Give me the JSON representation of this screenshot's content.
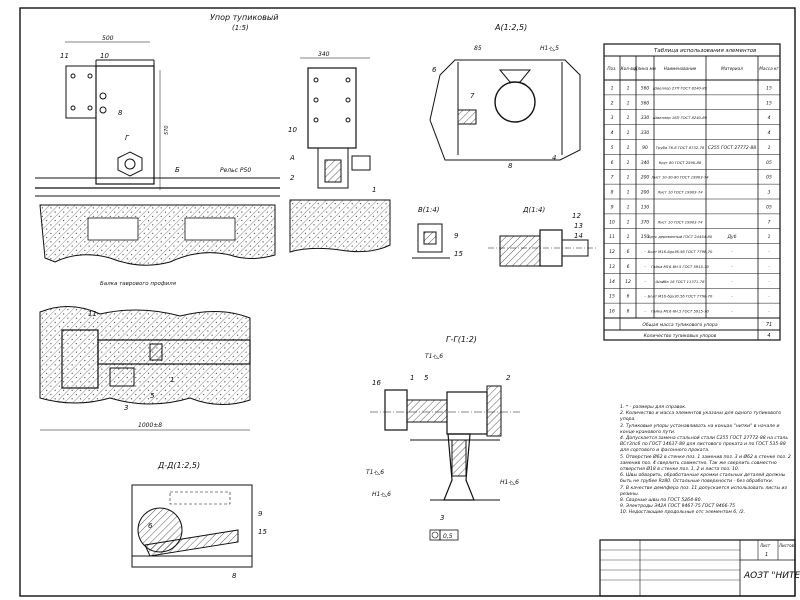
{
  "drawing": {
    "main_view_title": "Упор тупиковый",
    "main_view_scale": "(1:5)",
    "view_a_title": "А(1:2,5)",
    "view_v_title": "В(1:4)",
    "view_d_title": "Д(1:4)",
    "view_g_title": "Г-Г(1:2)",
    "view_d2_title": "Д-Д(1:2,5)",
    "dim_500": "500",
    "dim_340": "340",
    "dim_85": "85",
    "dim_1000": "1000±8",
    "rail_label": "Рельс Р50",
    "beam_label": "Балка таврового профиля",
    "weld_1": "Н1-◺5",
    "weld_2": "Т1-◺6",
    "weld_3": "Т1-◺6",
    "weld_4": "Н1-◺6",
    "weld_5": "Н1-◺6",
    "weld_6": "Т1-◺6",
    "tolerance_label": "0,5"
  },
  "callouts": [
    "1",
    "2",
    "3",
    "4",
    "5",
    "6",
    "7",
    "8",
    "9",
    "10",
    "11",
    "12",
    "15",
    "16",
    "А",
    "Б",
    "Г",
    "Г"
  ],
  "table": {
    "title": "Таблица использования элементов",
    "headers": [
      "Поз.",
      "Кол-во",
      "Длина мм",
      "Наименование",
      "Материал",
      "Масса кг"
    ],
    "rows": [
      {
        "pos": "1",
        "qty": "1",
        "len": "560",
        "name": "Швеллер 27П ГОСТ 8240-89",
        "mat": "",
        "mass": "15"
      },
      {
        "pos": "2",
        "qty": "1",
        "len": "560",
        "name": "",
        "mat": "",
        "mass": "15"
      },
      {
        "pos": "3",
        "qty": "1",
        "len": "330",
        "name": "Швеллер 16П ГОСТ 8240-89",
        "mat": "",
        "mass": "4"
      },
      {
        "pos": "4",
        "qty": "1",
        "len": "330",
        "name": "",
        "mat": "",
        "mass": "4"
      },
      {
        "pos": "5",
        "qty": "1",
        "len": "90",
        "name": "Труба 76-8 ГОСТ 8732-78",
        "mat": "С255 ГОСТ 27772-88",
        "mass": "1"
      },
      {
        "pos": "6",
        "qty": "1",
        "len": "340",
        "name": "Круг 80 ГОСТ 2590-88",
        "mat": "",
        "mass": "05"
      },
      {
        "pos": "7",
        "qty": "1",
        "len": "200",
        "name": "Лист 10-30-80 ГОСТ 19903-74",
        "mat": "",
        "mass": "05"
      },
      {
        "pos": "8",
        "qty": "1",
        "len": "200",
        "name": "Лист 10 ГОСТ 19903-74",
        "mat": "",
        "mass": "3"
      },
      {
        "pos": "9",
        "qty": "1",
        "len": "130",
        "name": "",
        "mat": "",
        "mass": "05"
      },
      {
        "pos": "10",
        "qty": "1",
        "len": "370",
        "name": "Лист 10 ГОСТ 19903-74",
        "mat": "",
        "mass": "7"
      },
      {
        "pos": "11",
        "qty": "1",
        "len": "150",
        "name": "Брус деревянный ГОСТ 24454-80",
        "mat": "Дуб",
        "mass": "1"
      },
      {
        "pos": "12",
        "qty": "6",
        "len": "-",
        "name": "Болт М16-6gх36.56 ГОСТ 7798-70",
        "mat": "-",
        "mass": "-"
      },
      {
        "pos": "13",
        "qty": "6",
        "len": "-",
        "name": "Гайка М16-6Н.5 ГОСТ 5915-70",
        "mat": "-",
        "mass": "-"
      },
      {
        "pos": "14",
        "qty": "12",
        "len": "-",
        "name": "Шайба 16 ГОСТ 11371-78",
        "mat": "-",
        "mass": "-"
      },
      {
        "pos": "15",
        "qty": "6",
        "len": "-",
        "name": "Болт М16-6gх30.56 ГОСТ 7798-70",
        "mat": "-",
        "mass": "-"
      },
      {
        "pos": "16",
        "qty": "6",
        "len": "-",
        "name": "Гайка М16-6Н.5 ГОСТ 5915-70",
        "mat": "-",
        "mass": "-"
      }
    ],
    "footer_mass_label": "Общая масса тупикового упора",
    "footer_mass_value": "71",
    "footer_qty_label": "Количество тупиковых упоров",
    "footer_qty_value": "4"
  },
  "notes": [
    "1. * - размеры для справок.",
    "2. Количество и масса элементов указаны для одного тупикового упора.",
    "3. Тупиковые упоры устанавливать на концах \"нитки\" в начале и конце кранового пути.",
    "4. Допускается замена стальной стали С255 ГОСТ 27772-88 на сталь ВСт3пс6 по ГОСТ 14637-89 для листового проката и по ГОСТ 535-88 для сортового и фасонного проката.",
    "5. Отверстие Ø62 в стенке поз. 1 заменив поз. 3 и Ø62 в стенке поз. 2 заменив поз. 4 сверлить совместно. Так же сверлить совместно отверстия Ø18 в стенке поз. 1, 2 и листа поз. 10.",
    "6. Швы обварить, обработанные кромки стальных деталей должны быть не грубее Rz80. Остальные поверхности - без обработки.",
    "7. В качестве демпфера поз. 11 допускается использовать листы из резины.",
    "8. Сварные швы по ГОСТ 5264-80.",
    "9. Электроды Э42А ГОСТ 9467-75 ГОСТ 9466-75",
    "10. Недостающие продольные отс элементом 6, /2."
  ],
  "title_block": {
    "company": "АОЗТ \"НИТЕК\"",
    "sheet_label": "Лист",
    "sheets_label": "Листов",
    "sheet_no": "1"
  }
}
